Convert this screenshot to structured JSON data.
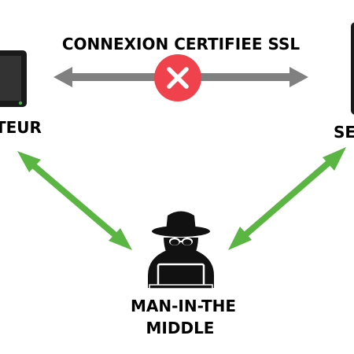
{
  "title": "CONNEXION CERTIFIEE SSL",
  "nodes": {
    "client": {
      "label": "TEUR"
    },
    "server": {
      "label": "SE"
    },
    "attacker": {
      "label_line1": "MAN-IN-THE",
      "label_line2": "MIDDLE"
    }
  },
  "colors": {
    "ssl_arrow": "#808080",
    "mitm_arrow": "#5bb543",
    "blocked_badge": "#f0424d",
    "blocked_cross": "#ffffff",
    "device": "#1a1a1a",
    "screen": "#333333",
    "power_led": "#4caf50"
  },
  "icons": {
    "client_device": "tablet-icon",
    "server_device": "server-icon",
    "blocked": "close-icon",
    "attacker": "hacker-icon"
  }
}
